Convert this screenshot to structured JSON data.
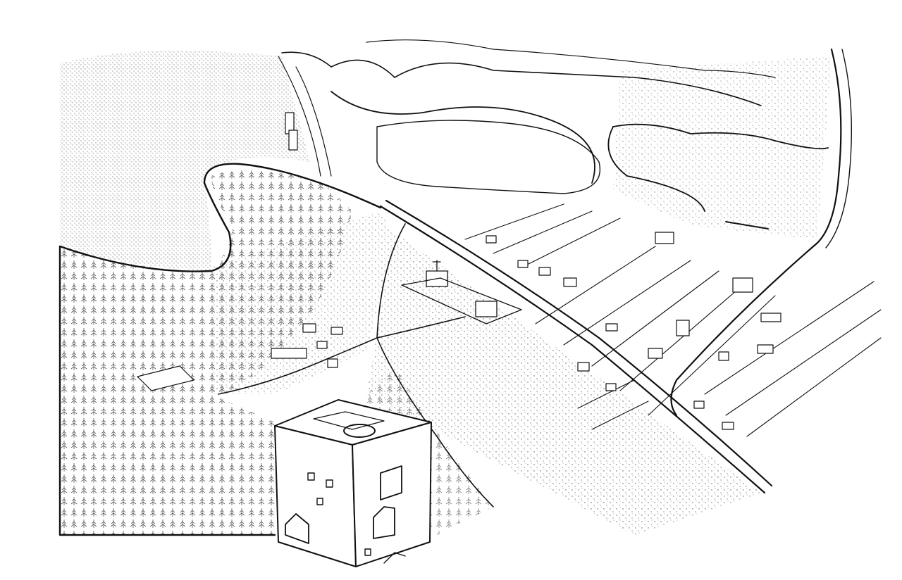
{
  "colors": {
    "ink": "#111111",
    "paper": "#ffffff"
  },
  "scene": {
    "features": [
      "forest",
      "winding-road",
      "main-road",
      "lake",
      "river",
      "village-houses",
      "church",
      "fields",
      "tower"
    ]
  }
}
